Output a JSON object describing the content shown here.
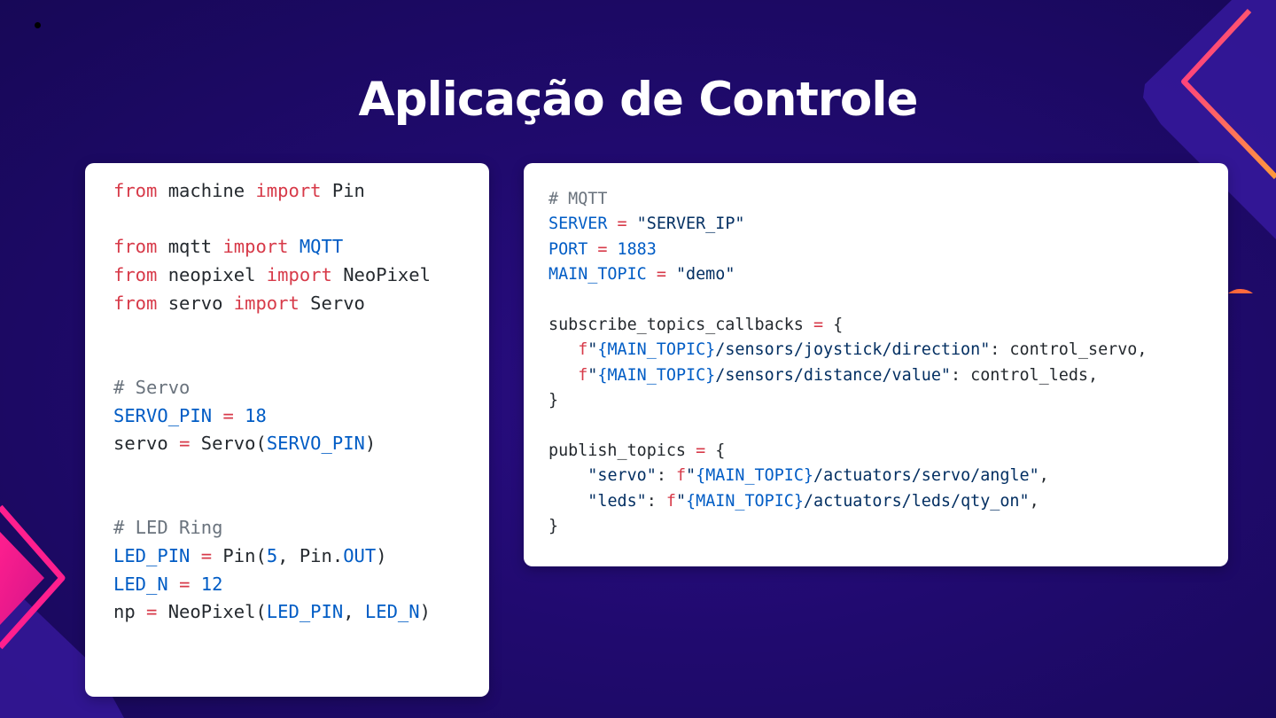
{
  "slide": {
    "title": "Aplicação de Controle",
    "colors": {
      "background": "#200a6e",
      "accent_pink": "#ff1f8e",
      "accent_orange": "#ff8a3c",
      "card": "#ffffff"
    }
  },
  "decorations": [
    "bullet-dot",
    "chevron-top-right",
    "chevron-bottom-left",
    "half-circle-right"
  ],
  "code_left": {
    "lines": [
      [
        {
          "t": "from",
          "c": "kw"
        },
        {
          "t": " machine ",
          "c": "tx"
        },
        {
          "t": "import",
          "c": "kw"
        },
        {
          "t": " Pin",
          "c": "tx"
        }
      ],
      [],
      [
        {
          "t": "from",
          "c": "kw"
        },
        {
          "t": " mqtt ",
          "c": "tx"
        },
        {
          "t": "import",
          "c": "kw"
        },
        {
          "t": " ",
          "c": "tx"
        },
        {
          "t": "MQTT",
          "c": "nm"
        }
      ],
      [
        {
          "t": "from",
          "c": "kw"
        },
        {
          "t": " neopixel ",
          "c": "tx"
        },
        {
          "t": "import",
          "c": "kw"
        },
        {
          "t": " NeoPixel",
          "c": "tx"
        }
      ],
      [
        {
          "t": "from",
          "c": "kw"
        },
        {
          "t": " servo ",
          "c": "tx"
        },
        {
          "t": "import",
          "c": "kw"
        },
        {
          "t": " Servo",
          "c": "tx"
        }
      ],
      [],
      [],
      [
        {
          "t": "# Servo",
          "c": "cm"
        }
      ],
      [
        {
          "t": "SERVO_PIN",
          "c": "nm"
        },
        {
          "t": " ",
          "c": "tx"
        },
        {
          "t": "=",
          "c": "kw"
        },
        {
          "t": " ",
          "c": "tx"
        },
        {
          "t": "18",
          "c": "nm"
        }
      ],
      [
        {
          "t": "servo ",
          "c": "tx"
        },
        {
          "t": "=",
          "c": "kw"
        },
        {
          "t": " Servo(",
          "c": "tx"
        },
        {
          "t": "SERVO_PIN",
          "c": "nm"
        },
        {
          "t": ")",
          "c": "tx"
        }
      ],
      [],
      [],
      [
        {
          "t": "# LED Ring",
          "c": "cm"
        }
      ],
      [
        {
          "t": "LED_PIN",
          "c": "nm"
        },
        {
          "t": " ",
          "c": "tx"
        },
        {
          "t": "=",
          "c": "kw"
        },
        {
          "t": " Pin(",
          "c": "tx"
        },
        {
          "t": "5",
          "c": "nm"
        },
        {
          "t": ", Pin.",
          "c": "tx"
        },
        {
          "t": "OUT",
          "c": "nm"
        },
        {
          "t": ")",
          "c": "tx"
        }
      ],
      [
        {
          "t": "LED_N",
          "c": "nm"
        },
        {
          "t": " ",
          "c": "tx"
        },
        {
          "t": "=",
          "c": "kw"
        },
        {
          "t": " ",
          "c": "tx"
        },
        {
          "t": "12",
          "c": "nm"
        }
      ],
      [
        {
          "t": "np ",
          "c": "tx"
        },
        {
          "t": "=",
          "c": "kw"
        },
        {
          "t": " NeoPixel(",
          "c": "tx"
        },
        {
          "t": "LED_PIN",
          "c": "nm"
        },
        {
          "t": ", ",
          "c": "tx"
        },
        {
          "t": "LED_N",
          "c": "nm"
        },
        {
          "t": ")",
          "c": "tx"
        }
      ]
    ]
  },
  "code_right": {
    "lines": [
      [
        {
          "t": "# MQTT",
          "c": "cm"
        }
      ],
      [
        {
          "t": "SERVER",
          "c": "nm"
        },
        {
          "t": " ",
          "c": "tx"
        },
        {
          "t": "=",
          "c": "kw"
        },
        {
          "t": " ",
          "c": "tx"
        },
        {
          "t": "\"SERVER_IP\"",
          "c": "st"
        }
      ],
      [
        {
          "t": "PORT",
          "c": "nm"
        },
        {
          "t": " ",
          "c": "tx"
        },
        {
          "t": "=",
          "c": "kw"
        },
        {
          "t": " ",
          "c": "tx"
        },
        {
          "t": "1883",
          "c": "nm"
        }
      ],
      [
        {
          "t": "MAIN_TOPIC",
          "c": "nm"
        },
        {
          "t": " ",
          "c": "tx"
        },
        {
          "t": "=",
          "c": "kw"
        },
        {
          "t": " ",
          "c": "tx"
        },
        {
          "t": "\"demo\"",
          "c": "st"
        }
      ],
      [],
      [
        {
          "t": "subscribe_topics_callbacks ",
          "c": "tx"
        },
        {
          "t": "=",
          "c": "kw"
        },
        {
          "t": " {",
          "c": "tx"
        }
      ],
      [
        {
          "t": "   ",
          "c": "tx"
        },
        {
          "t": "f",
          "c": "kw"
        },
        {
          "t": "\"",
          "c": "st"
        },
        {
          "t": "{MAIN_TOPIC}",
          "c": "nm"
        },
        {
          "t": "/sensors/joystick/direction\"",
          "c": "st"
        },
        {
          "t": ": control_servo,",
          "c": "tx"
        }
      ],
      [
        {
          "t": "   ",
          "c": "tx"
        },
        {
          "t": "f",
          "c": "kw"
        },
        {
          "t": "\"",
          "c": "st"
        },
        {
          "t": "{MAIN_TOPIC}",
          "c": "nm"
        },
        {
          "t": "/sensors/distance/value\"",
          "c": "st"
        },
        {
          "t": ": control_leds,",
          "c": "tx"
        }
      ],
      [
        {
          "t": "}",
          "c": "tx"
        }
      ],
      [],
      [
        {
          "t": "publish_topics ",
          "c": "tx"
        },
        {
          "t": "=",
          "c": "kw"
        },
        {
          "t": " {",
          "c": "tx"
        }
      ],
      [
        {
          "t": "    ",
          "c": "tx"
        },
        {
          "t": "\"servo\"",
          "c": "st"
        },
        {
          "t": ": ",
          "c": "tx"
        },
        {
          "t": "f",
          "c": "kw"
        },
        {
          "t": "\"",
          "c": "st"
        },
        {
          "t": "{MAIN_TOPIC}",
          "c": "nm"
        },
        {
          "t": "/actuators/servo/angle\"",
          "c": "st"
        },
        {
          "t": ",",
          "c": "tx"
        }
      ],
      [
        {
          "t": "    ",
          "c": "tx"
        },
        {
          "t": "\"leds\"",
          "c": "st"
        },
        {
          "t": ": ",
          "c": "tx"
        },
        {
          "t": "f",
          "c": "kw"
        },
        {
          "t": "\"",
          "c": "st"
        },
        {
          "t": "{MAIN_TOPIC}",
          "c": "nm"
        },
        {
          "t": "/actuators/leds/qty_on\"",
          "c": "st"
        },
        {
          "t": ",",
          "c": "tx"
        }
      ],
      [
        {
          "t": "}",
          "c": "tx"
        }
      ]
    ]
  }
}
